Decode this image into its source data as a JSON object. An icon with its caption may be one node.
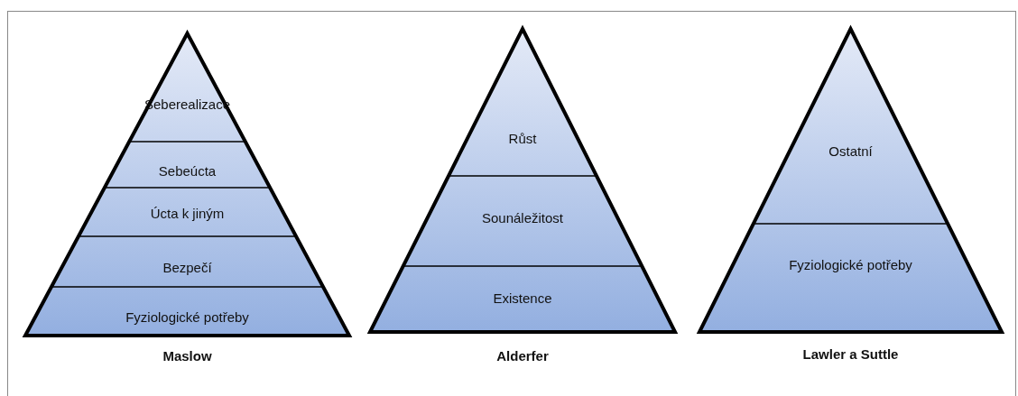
{
  "diagram": {
    "nodes": [
      {
        "text": [
          "Maslow"
        ]
      },
      {
        "text": [
          "Seberealizace"
        ],
        "in": 0
      },
      {
        "text": [
          "Sebeúcta"
        ],
        "in": 0
      },
      {
        "text": [
          "Úcta k jiným"
        ],
        "in": 0
      },
      {
        "text": [
          "Bezpečí"
        ],
        "in": 0
      },
      {
        "text": [
          "Fyziologické potřeby"
        ],
        "in": 0
      },
      {
        "text": [
          "Alderfer"
        ]
      },
      {
        "text": [
          "Růst"
        ],
        "in": 6
      },
      {
        "text": [
          "Sounáležitost"
        ],
        "in": 6
      },
      {
        "text": [
          "Existence"
        ],
        "in": 6
      },
      {
        "text": [
          "Lawler a Suttle"
        ]
      },
      {
        "text": [
          "Ostatní"
        ],
        "in": 10
      },
      {
        "text": [
          "Fyziologické potřeby"
        ],
        "in": 10
      }
    ],
    "edges": []
  }
}
